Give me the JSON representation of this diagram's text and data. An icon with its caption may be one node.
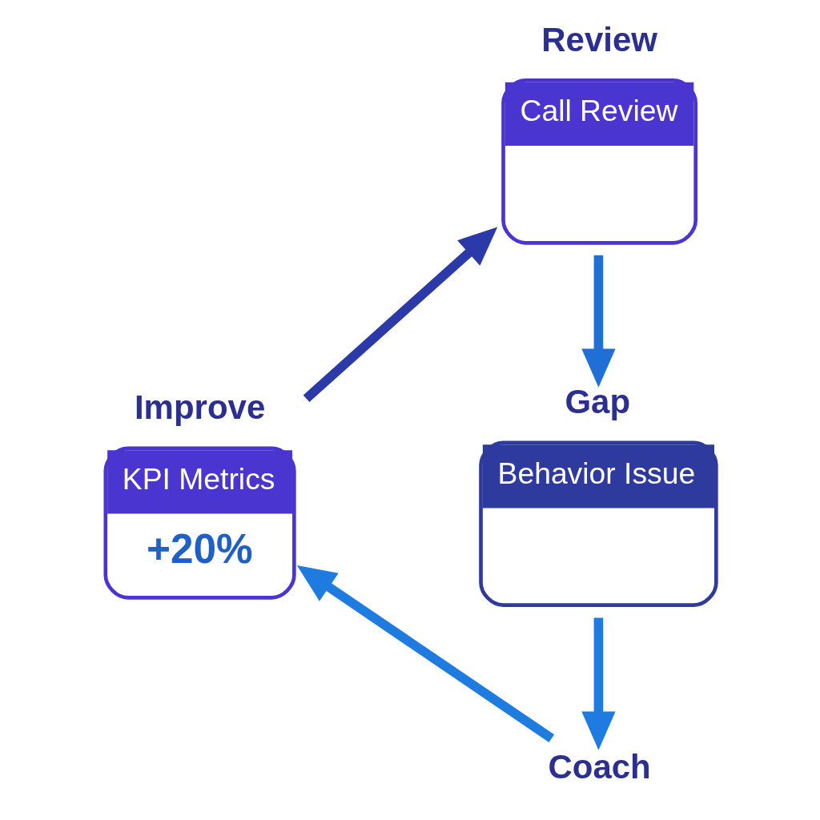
{
  "diagram": {
    "nodes": [
      {
        "text": [
          "Review",
          "Call Review"
        ]
      },
      {
        "text": [
          "Gap",
          "Behavior Issue"
        ]
      },
      {
        "text": [
          "Coach"
        ]
      },
      {
        "text": [
          "Improve",
          "KPI Metrics",
          "+20%"
        ]
      }
    ],
    "edges": [
      {
        "from": 0,
        "to": 1,
        "arrow": "to"
      },
      {
        "from": 1,
        "to": 2,
        "arrow": "to"
      },
      {
        "from": 2,
        "to": 3,
        "arrow": "to"
      },
      {
        "from": 3,
        "to": 0,
        "arrow": "to"
      }
    ]
  }
}
